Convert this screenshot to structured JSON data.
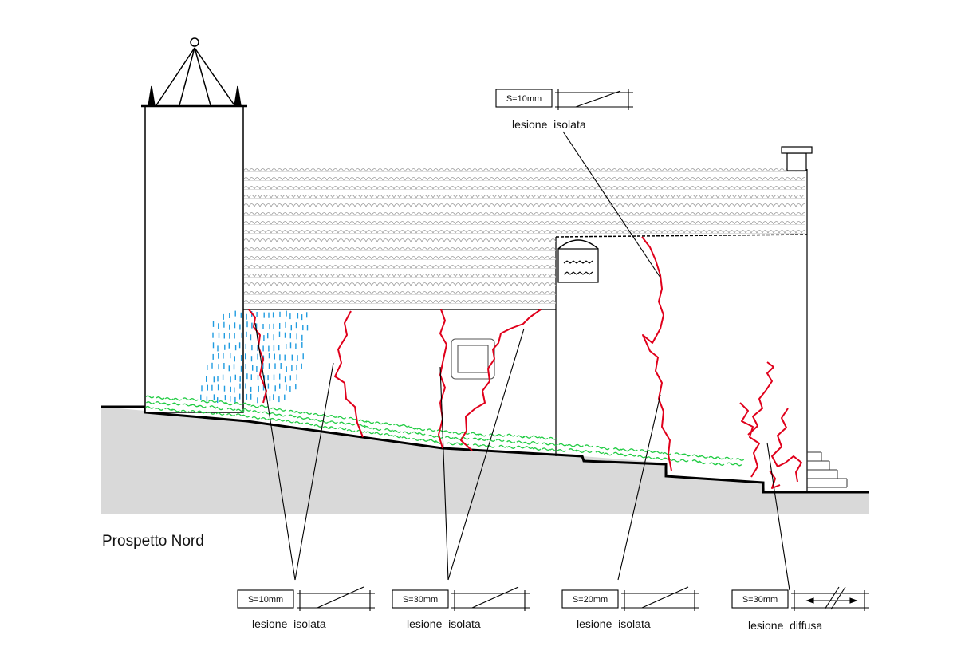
{
  "drawing": {
    "title": "Prospetto Nord",
    "colors": {
      "background": "#ffffff",
      "ground": "#d9d9d9",
      "line": "#000000",
      "crack": "#e0001b",
      "vegetation": "#22cc44",
      "moisture": "#1e9be0"
    },
    "legend_boxes": [
      {
        "value": "S=10mm",
        "caption": "lesione  isolata",
        "symbol": "diagonal-line"
      },
      {
        "value": "S=10mm",
        "caption": "lesione  isolata",
        "symbol": "diagonal-line"
      },
      {
        "value": "S=30mm",
        "caption": "lesione  isolata",
        "symbol": "diagonal-line"
      },
      {
        "value": "S=20mm",
        "caption": "lesione  isolata",
        "symbol": "diagonal-line"
      },
      {
        "value": "S=30mm",
        "caption": "lesione  diffusa",
        "symbol": "double-arrow-with-slashes"
      }
    ]
  }
}
